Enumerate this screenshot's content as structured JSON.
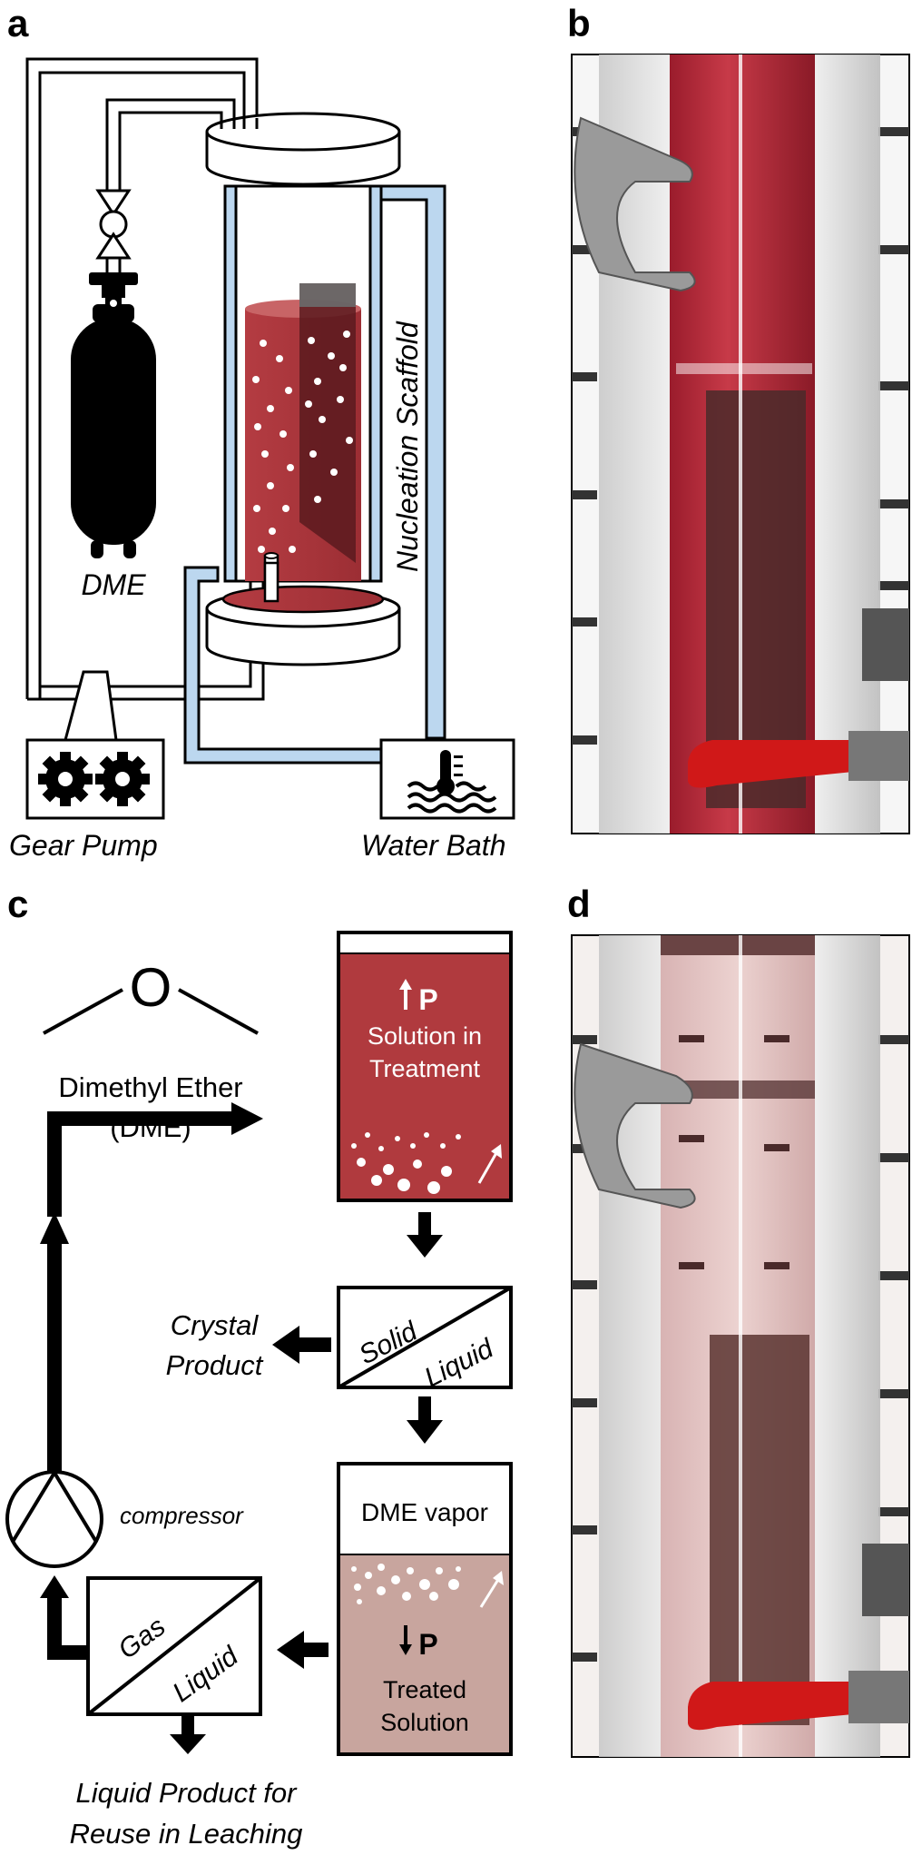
{
  "panels": {
    "a": "a",
    "b": "b",
    "c": "c",
    "d": "d"
  },
  "panel_a": {
    "cylinder_label": "DME",
    "scaffold_label": "Nucleation Scaffold",
    "pump_label": "Gear Pump",
    "bath_label": "Water Bath",
    "icons": [
      "valve-icon",
      "gas-cylinder-icon",
      "gear-icon",
      "thermometer-waves-icon"
    ]
  },
  "panel_c": {
    "molecule_atom": "O",
    "molecule_name_line1": "Dimethyl Ether",
    "molecule_name_line2": "(DME)",
    "treatment_pressure": "P",
    "treatment_line1": "Solution in",
    "treatment_line2": "Treatment",
    "separator1_top": "Solid",
    "separator1_bottom": "Liquid",
    "crystal_line1": "Crystal",
    "crystal_line2": "Product",
    "vapor_label": "DME vapor",
    "treated_pressure": "P",
    "treated_line1": "Treated",
    "treated_line2": "Solution",
    "separator2_top": "Gas",
    "separator2_bottom": "Liquid",
    "compressor_label": "compressor",
    "liquid_line1": "Liquid Product for",
    "liquid_line2": "Reuse in Leaching"
  },
  "colors": {
    "treatment_red": "#b03a3e",
    "treated_pink": "#c8a59e",
    "bath_blue": "#bcd7ef",
    "scaffold_dark": "#5a1a1f",
    "clamp_red": "#d01818"
  }
}
